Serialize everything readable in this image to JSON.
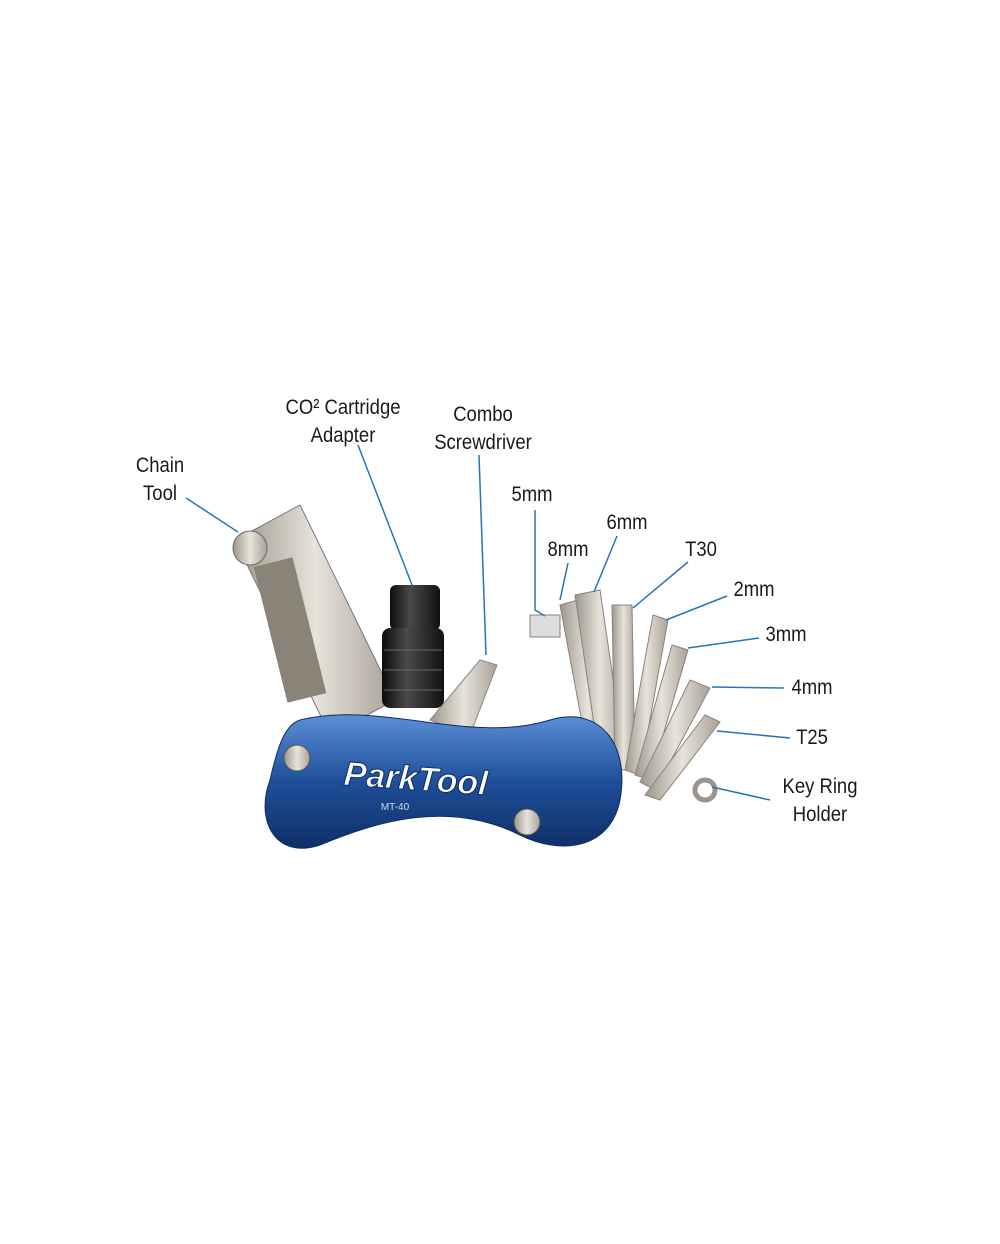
{
  "brand": {
    "logo_text": "ParkTool",
    "model": "MT-40"
  },
  "colors": {
    "body_blue": "#1f4f9a",
    "leader_line": "#2a74b5",
    "steel": "#cfc8bd",
    "black_part": "#1b1b1b"
  },
  "labels": {
    "chain_tool": [
      "Chain",
      "Tool"
    ],
    "co2_adapter": [
      "CO² Cartridge",
      "Adapter"
    ],
    "combo_screwdriver": [
      "Combo",
      "Screwdriver"
    ],
    "hex_5mm": "5mm",
    "hex_8mm": "8mm",
    "hex_6mm": "6mm",
    "torx_t30": "T30",
    "hex_2mm": "2mm",
    "hex_3mm": "3mm",
    "hex_4mm": "4mm",
    "torx_t25": "T25",
    "key_ring_holder": [
      "Key Ring",
      "Holder"
    ]
  }
}
